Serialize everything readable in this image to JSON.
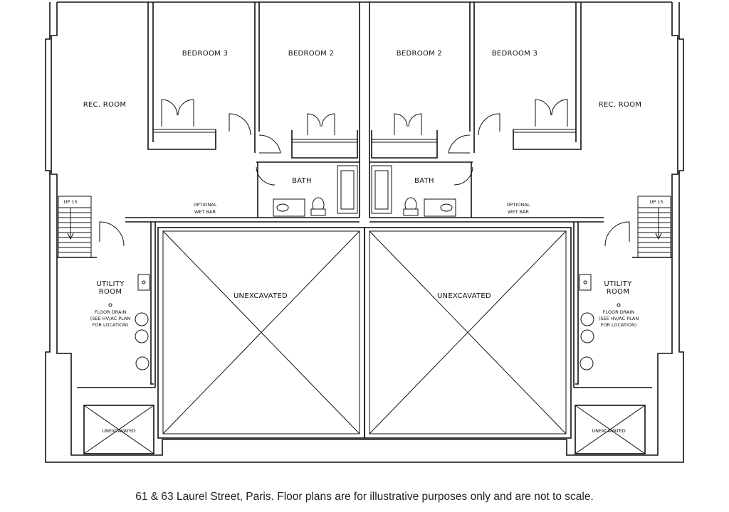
{
  "plan": {
    "left_unit": {
      "bedroom_3": "BEDROOM 3",
      "bedroom_2": "BEDROOM 2",
      "rec_room": "REC. ROOM",
      "bath": "BATH",
      "optional_wet_bar_line1": "OPTIONAL",
      "optional_wet_bar_line2": "WET BAR",
      "stair": "UP 15",
      "utility_room_line1": "UTILITY",
      "utility_room_line2": "ROOM",
      "floor_drain_line1": "FLOOR DRAIN",
      "floor_drain_line2": "(SEE HV/AC PLAN",
      "floor_drain_line3": "FOR LOCATION)",
      "unexcavated_main": "UNEXCAVATED",
      "unexcavated_small": "UNEXCAVATED"
    },
    "right_unit": {
      "bedroom_3": "BEDROOM 3",
      "bedroom_2": "BEDROOM 2",
      "rec_room": "REC. ROOM",
      "bath": "BATH",
      "optional_wet_bar_line1": "OPTIONAL",
      "optional_wet_bar_line2": "WET BAR",
      "stair": "UP 15",
      "utility_room_line1": "UTILITY",
      "utility_room_line2": "ROOM",
      "floor_drain_line1": "FLOOR DRAIN",
      "floor_drain_line2": "(SEE HV/AC PLAN",
      "floor_drain_line3": "FOR LOCATION)",
      "unexcavated_main": "UNEXCAVATED",
      "unexcavated_small": "UNEXCAVATED"
    }
  },
  "caption": "61 & 63 Laurel Street, Paris. Floor plans are for illustrative purposes only and are not to scale."
}
